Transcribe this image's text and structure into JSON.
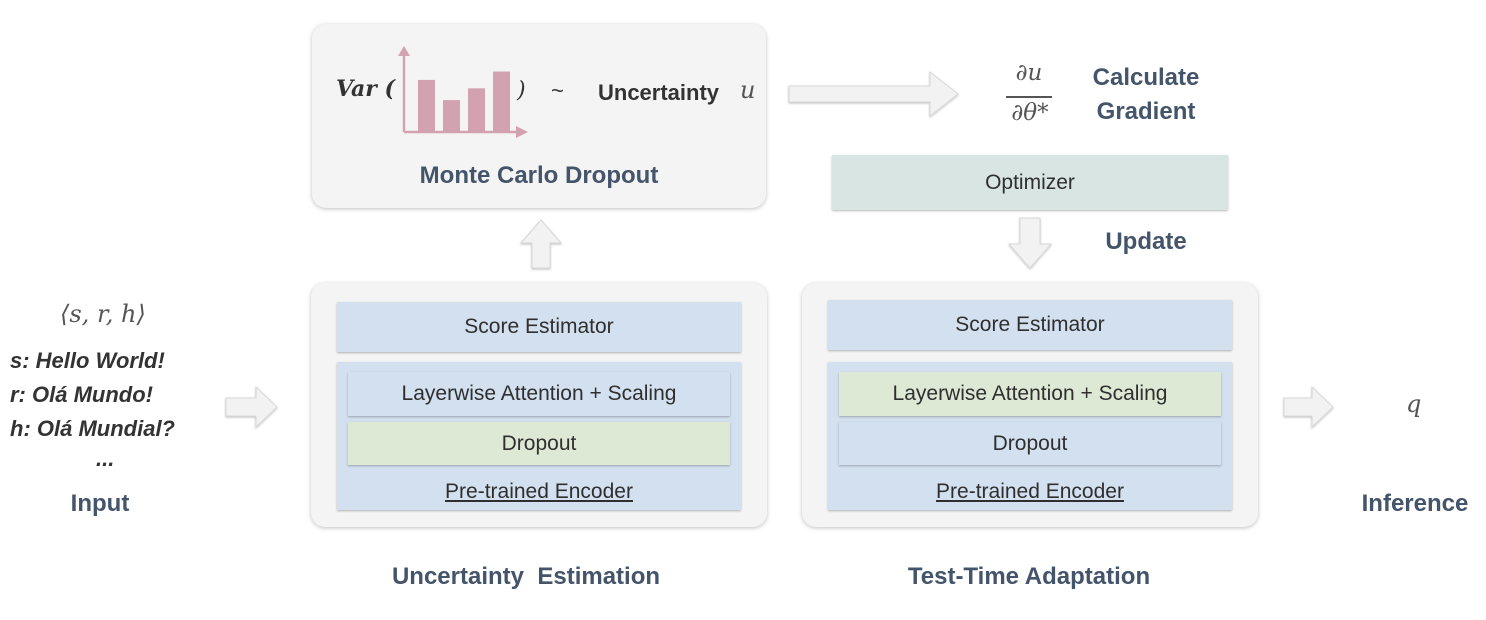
{
  "input": {
    "tuple": "⟨s, r, h⟩",
    "lines": [
      "s: Hello World!",
      "r: Olá Mundo!",
      "h: Olá Mundial?",
      "..."
    ],
    "label": "Input"
  },
  "mc": {
    "var_label": "Var (",
    "close_paren": ")",
    "tilde": "~",
    "uncertainty_text": "Uncertainty",
    "u_symbol": "u",
    "title": "Monte Carlo Dropout",
    "histogram_color": "#d3a2b0"
  },
  "histogram": {
    "values": [
      0.62,
      0.38,
      0.52,
      0.72
    ]
  },
  "gradient": {
    "numerator": "∂u",
    "denominator": "∂θ*",
    "label_line1": "Calculate",
    "label_line2": "Gradient"
  },
  "optimizer": {
    "label": "Optimizer"
  },
  "update": {
    "label": "Update"
  },
  "left_model": {
    "score": "Score Estimator",
    "attention": "Layerwise Attention + Scaling",
    "dropout": "Dropout",
    "encoder": "Pre-trained Encoder",
    "caption": "Uncertainty  Estimation"
  },
  "right_model": {
    "score": "Score Estimator",
    "attention": "Layerwise Attention + Scaling",
    "dropout": "Dropout",
    "encoder": "Pre-trained Encoder",
    "caption": "Test-Time Adaptation"
  },
  "output": {
    "symbol": "q",
    "label": "Inference"
  },
  "colors": {
    "label": "#44546a",
    "blue": "#d3e0ef",
    "green": "#dde9d5",
    "teal": "#d8e5e3",
    "panel": "#f4f4f4"
  }
}
